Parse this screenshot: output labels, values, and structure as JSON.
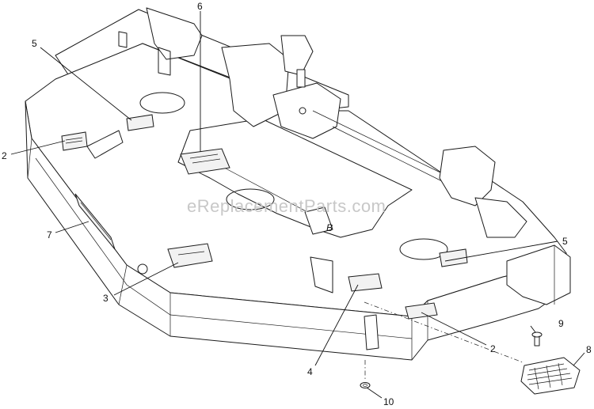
{
  "watermark": "eReplacementParts.com",
  "callouts": [
    {
      "id": "c-6",
      "label": "6"
    },
    {
      "id": "c-5a",
      "label": "5"
    },
    {
      "id": "c-2a",
      "label": "2"
    },
    {
      "id": "c-7",
      "label": "7"
    },
    {
      "id": "c-5b",
      "label": "5"
    },
    {
      "id": "c-3",
      "label": "3"
    },
    {
      "id": "c-9",
      "label": "9"
    },
    {
      "id": "c-8",
      "label": "8"
    },
    {
      "id": "c-2b",
      "label": "2"
    },
    {
      "id": "c-4",
      "label": "4"
    },
    {
      "id": "c-10",
      "label": "10"
    }
  ],
  "embossed": {
    "deck_mark": "B"
  }
}
